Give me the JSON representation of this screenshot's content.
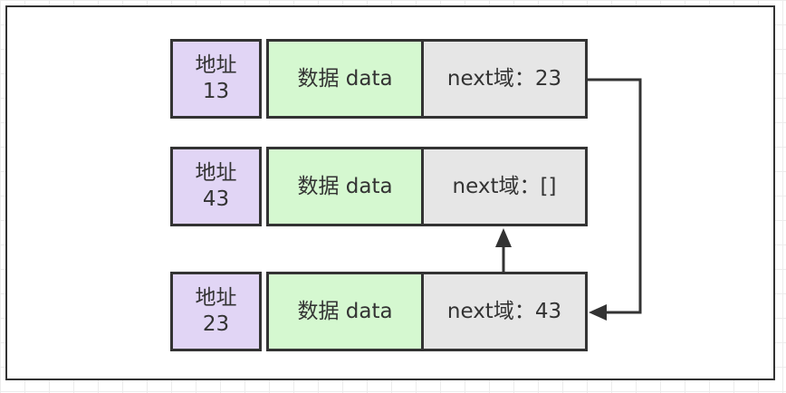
{
  "nodes": [
    {
      "addr_label": "地址",
      "addr_value": "13",
      "data_label": "数据 data",
      "next_label": "next域：23"
    },
    {
      "addr_label": "地址",
      "addr_value": "43",
      "data_label": "数据 data",
      "next_label": "next域：[]"
    },
    {
      "addr_label": "地址",
      "addr_value": "23",
      "data_label": "数据 data",
      "next_label": "next域：43"
    }
  ],
  "links": [
    {
      "from": "13",
      "to": "23"
    },
    {
      "from": "23",
      "to": "43"
    }
  ],
  "colors": {
    "address_fill": "#e1d5f5",
    "data_fill": "#d5f8d0",
    "next_fill": "#e6e6e6",
    "stroke": "#333333"
  }
}
